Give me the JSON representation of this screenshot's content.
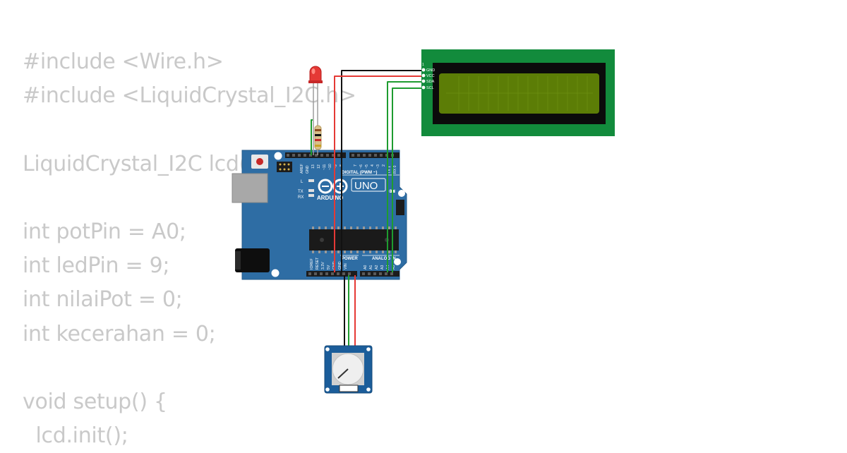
{
  "code_lines": [
    "#include <Wire.h>",
    "#include <LiquidCrystal_I2C.h>",
    "",
    "LiquidCrystal_I2C lcd(0x27, 16, 2);",
    "",
    "int potPin = A0;",
    "int ledPin = 9;",
    "int nilaiPot = 0;",
    "int kecerahan = 0;",
    "",
    "void setup() {",
    "  lcd.init();"
  ],
  "board": {
    "brand": "ARDUINO",
    "model": "UNO",
    "digital_header_label": "DIGITAL (PWM ~)",
    "power_label": "POWER",
    "analog_label": "ANALOG IN",
    "on_label": "ON",
    "led_labels": [
      "L",
      "TX",
      "RX"
    ],
    "top_pin_labels": [
      "AREF",
      "GND",
      "13",
      "12",
      "~11",
      "~10",
      "~9",
      "8",
      "7",
      "~6",
      "~5",
      "4",
      "~3",
      "2",
      "TX 1",
      "RX 0"
    ],
    "bottom_pin_labels": [
      "IOREF",
      "RESET",
      "3.3V",
      "5V",
      "GND",
      "GND",
      "VIN",
      "A0",
      "A1",
      "A2",
      "A3",
      "A4",
      "A5"
    ]
  },
  "lcd": {
    "pin_labels": [
      "GND",
      "VCC",
      "SDA",
      "SCL"
    ]
  },
  "colors": {
    "board": "#2e6da4",
    "board_dark": "#1f4f7a",
    "lcd_pcb": "#128b3c",
    "lcd_screen": "#5c7d06",
    "wire_red": "#e53935",
    "wire_black": "#111111",
    "wire_green": "#1e9c2f",
    "code_text": "#c9c9c9",
    "pot_pcb": "#1b5d9a"
  }
}
